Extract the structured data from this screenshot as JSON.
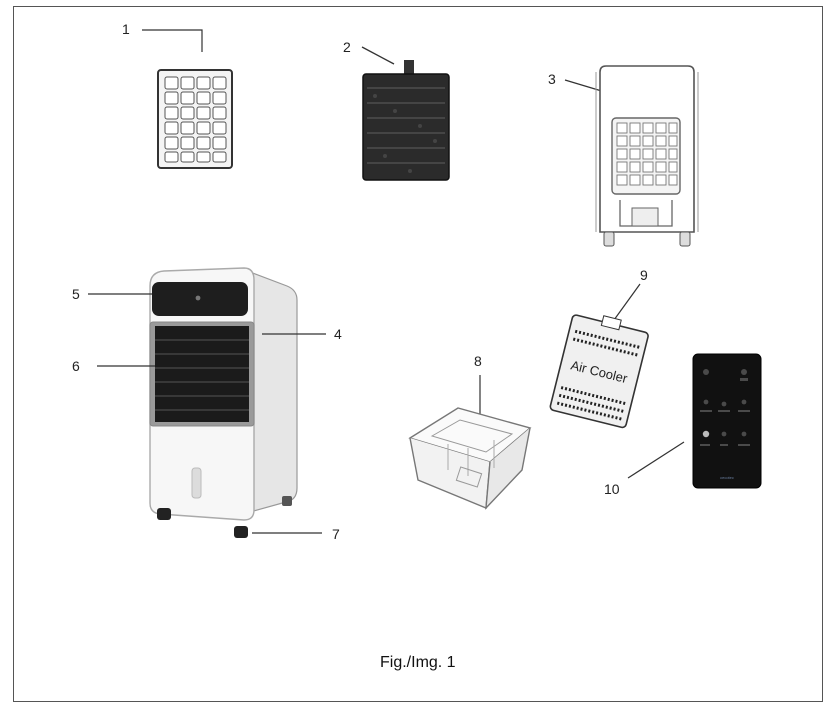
{
  "figure": {
    "caption": "Fig./Img. 1",
    "callouts": [
      "1",
      "2",
      "3",
      "4",
      "5",
      "6",
      "7",
      "8",
      "9",
      "10"
    ],
    "remote_text": {
      "brand": "cecotec"
    },
    "card_text": "Air Cooler"
  }
}
